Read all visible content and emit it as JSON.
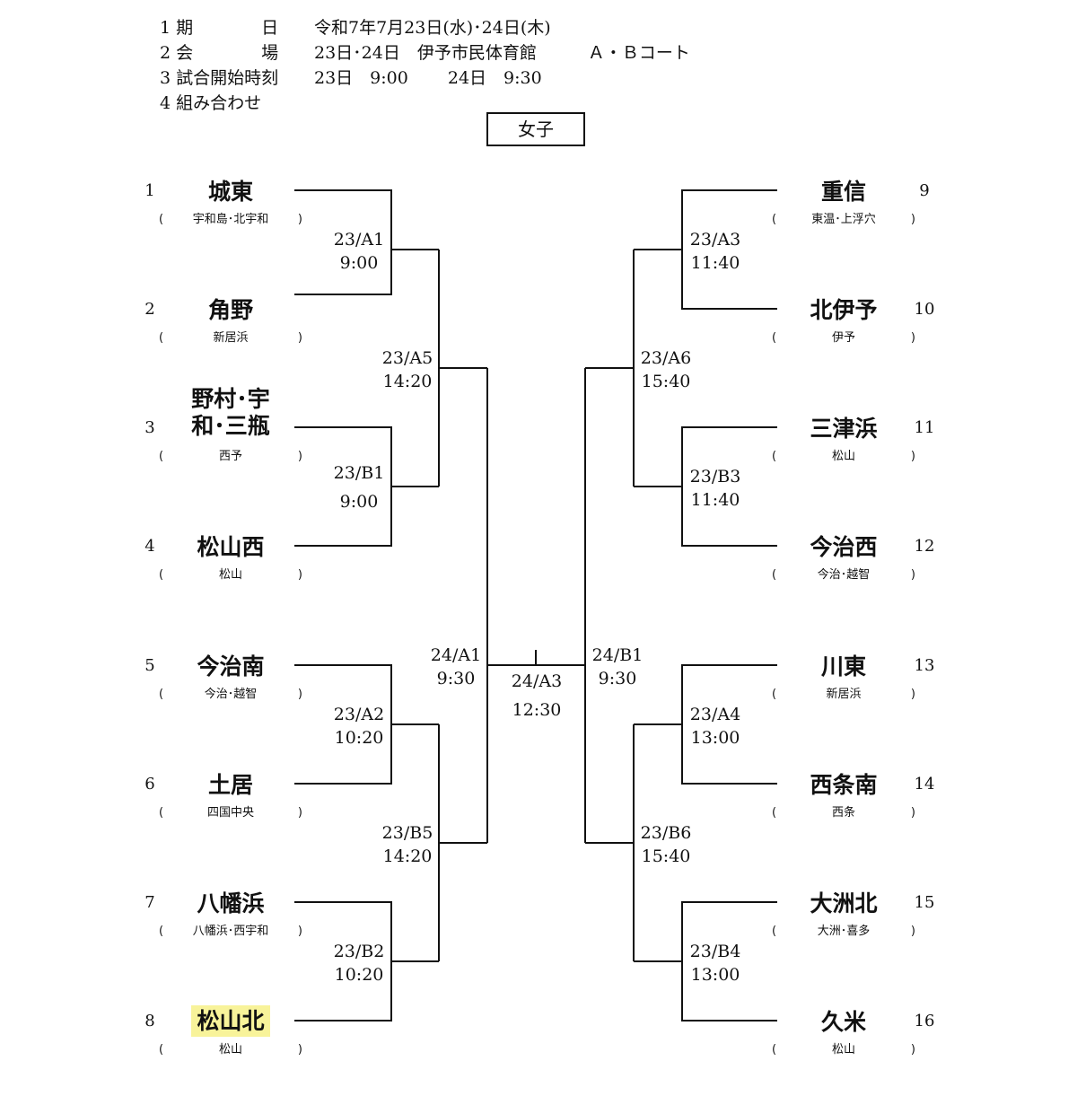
{
  "header": {
    "line1": {
      "label": "1  期　　　　日",
      "value": "令和7年7月23日(水)･24日(木)"
    },
    "line2": {
      "label": "2  会　　　　場",
      "value": "23日･24日　伊予市民体育館　　　Ａ・Ｂコート"
    },
    "line3": {
      "label": "3  試合開始時刻",
      "value": "23日　9:00　　 24日　9:30"
    },
    "line4": {
      "label": "4  組み合わせ"
    }
  },
  "division": "女子",
  "teams": [
    {
      "seed": "1",
      "name": "城東",
      "sub": "宇和島･北宇和"
    },
    {
      "seed": "2",
      "name": "角野",
      "sub": "新居浜"
    },
    {
      "seed": "3",
      "name1": "野村･宇",
      "name2": "和･三瓶",
      "sub": "西予"
    },
    {
      "seed": "4",
      "name": "松山西",
      "sub": "松山"
    },
    {
      "seed": "5",
      "name": "今治南",
      "sub": "今治･越智"
    },
    {
      "seed": "6",
      "name": "土居",
      "sub": "四国中央"
    },
    {
      "seed": "7",
      "name": "八幡浜",
      "sub": "八幡浜･西宇和"
    },
    {
      "seed": "8",
      "name": "松山北",
      "sub": "松山"
    },
    {
      "seed": "9",
      "name": "重信",
      "sub": "東温･上浮穴"
    },
    {
      "seed": "10",
      "name": "北伊予",
      "sub": "伊予"
    },
    {
      "seed": "11",
      "name": "三津浜",
      "sub": "松山"
    },
    {
      "seed": "12",
      "name": "今治西",
      "sub": "今治･越智"
    },
    {
      "seed": "13",
      "name": "川東",
      "sub": "新居浜"
    },
    {
      "seed": "14",
      "name": "西条南",
      "sub": "西条"
    },
    {
      "seed": "15",
      "name": "大洲北",
      "sub": "大洲･喜多"
    },
    {
      "seed": "16",
      "name": "久米",
      "sub": "松山"
    }
  ],
  "paren_open": "(",
  "paren_close": ")",
  "matches": [
    {
      "code": "23/A1",
      "time": "9:00"
    },
    {
      "code": "23/B1",
      "time": "9:00"
    },
    {
      "code": "23/A2",
      "time": "10:20"
    },
    {
      "code": "23/B2",
      "time": "10:20"
    },
    {
      "code": "23/A3",
      "time": "11:40"
    },
    {
      "code": "23/B3",
      "time": "11:40"
    },
    {
      "code": "23/A4",
      "time": "13:00"
    },
    {
      "code": "23/B4",
      "time": "13:00"
    },
    {
      "code": "23/A5",
      "time": "14:20"
    },
    {
      "code": "23/B5",
      "time": "14:20"
    },
    {
      "code": "23/A6",
      "time": "15:40"
    },
    {
      "code": "23/B6",
      "time": "15:40"
    },
    {
      "code": "24/A1",
      "time": "9:30"
    },
    {
      "code": "24/B1",
      "time": "9:30"
    },
    {
      "code": "24/A3",
      "time": "12:30"
    }
  ],
  "highlight_color": "#f8f39a"
}
